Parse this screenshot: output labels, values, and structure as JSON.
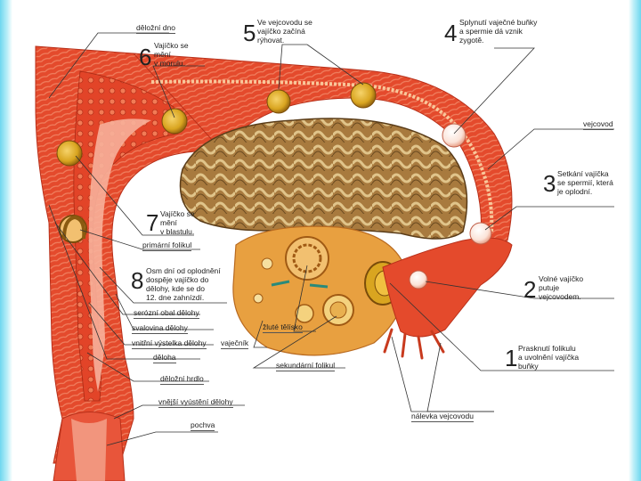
{
  "colors": {
    "tissue_red": "#d83a1e",
    "muscle_red": "#e8553a",
    "ovary_orange": "#e8a040",
    "intestine_brown": "#b88a4a",
    "cell_gold": "#d9a520",
    "edge_blue": "#6ed7ef"
  },
  "labels": {
    "delozni_dno": "děložní dno",
    "vejcovod": "vejcovod",
    "primarni_folikul": "primární folikul",
    "serozni_obal": "serózní obal dělohy",
    "svalovina": "svalovina dělohy",
    "vnitrni_vystelka": "vnitřní výstelka dělohy",
    "deloha": "děloha",
    "zlute_telisko": "žluté tělísko",
    "vajecnik": "vaječník",
    "sekundarni_folikul": "sekundární folikul",
    "delozni_hrdlo": "děložní hrdlo",
    "vnejsi_vyusteni": "vnější vyústění dělohy",
    "pochva": "pochva",
    "nalevka": "nálevka vejcovodu"
  },
  "steps": [
    {
      "number": "1",
      "text": "Prasknutí folikulu\na uvolnění vajíčka\nbuňky"
    },
    {
      "number": "2",
      "text": "Volné vajíčko\nputuje\nvejcovodem."
    },
    {
      "number": "3",
      "text": "Setkání vajíčka\nse spermií, která\nje oplodní."
    },
    {
      "number": "4",
      "text": "Splynutí vaječné buňky\na spermie dá vznik\nzygotě."
    },
    {
      "number": "5",
      "text": "Ve vejcovodu se\nvajíčko začíná\nrýhovat."
    },
    {
      "number": "6",
      "text": "Vajíčko se\nmění\nv morulu."
    },
    {
      "number": "7",
      "text": "Vajíčko se\nmění\nv blastulu."
    },
    {
      "number": "8",
      "text": "Osm dní od oplodnění\ndospěje vajíčko do\ndělohy, kde se do\n12. dne zahnízdí."
    }
  ]
}
